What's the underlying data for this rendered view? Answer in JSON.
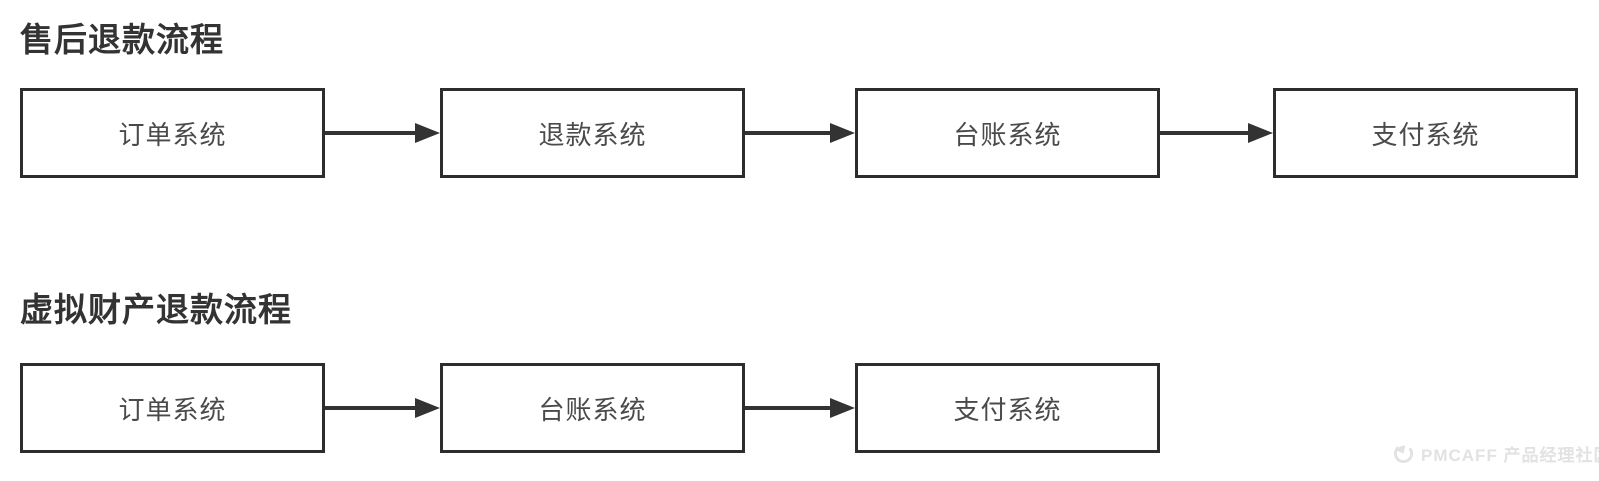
{
  "flows": [
    {
      "title": "售后退款流程",
      "nodes": [
        "订单系统",
        "退款系统",
        "台账系统",
        "支付系统"
      ]
    },
    {
      "title": "虚拟财产退款流程",
      "nodes": [
        "订单系统",
        "台账系统",
        "支付系统"
      ]
    }
  ],
  "watermark": {
    "text": "PMCAFF 产品经理社区"
  },
  "colors": {
    "background": "#ffffff",
    "box_border": "#2d2d2d",
    "box_text": "#4a4a4a",
    "title_text": "#333333",
    "arrow": "#333333",
    "watermark_text": "#e2e2e2"
  }
}
